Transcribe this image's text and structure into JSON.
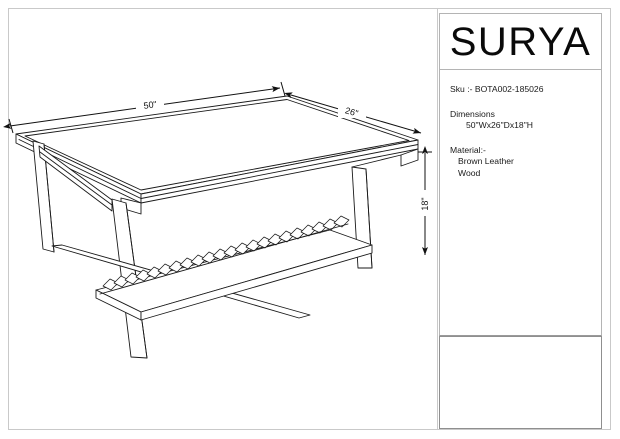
{
  "sheet": {
    "title": "Surya Coffee Table Specification Drawing",
    "background": "#ffffff",
    "line_color": "#1a1a1a",
    "border_color": "#c9c9c9"
  },
  "brand": {
    "logo_text": "SURYA"
  },
  "spec": {
    "sku_line": "Sku :- BOTA002-185026",
    "dimensions_heading": "Dimensions",
    "dimensions_value": "50\"Wx26\"Dx18\"H",
    "material_heading": "Material:-",
    "material_items": [
      "Brown Leather",
      "Wood"
    ]
  },
  "dimensions": {
    "width_label": "50\"",
    "depth_label": "26\"",
    "height_label": "18\""
  },
  "title_block": {
    "content": ""
  },
  "drawing": {
    "description": "Isometric line drawing of a rectangular coffee table with splayed A-frame wooden legs and a slatted lower shelf",
    "object_name": "coffee-table"
  }
}
